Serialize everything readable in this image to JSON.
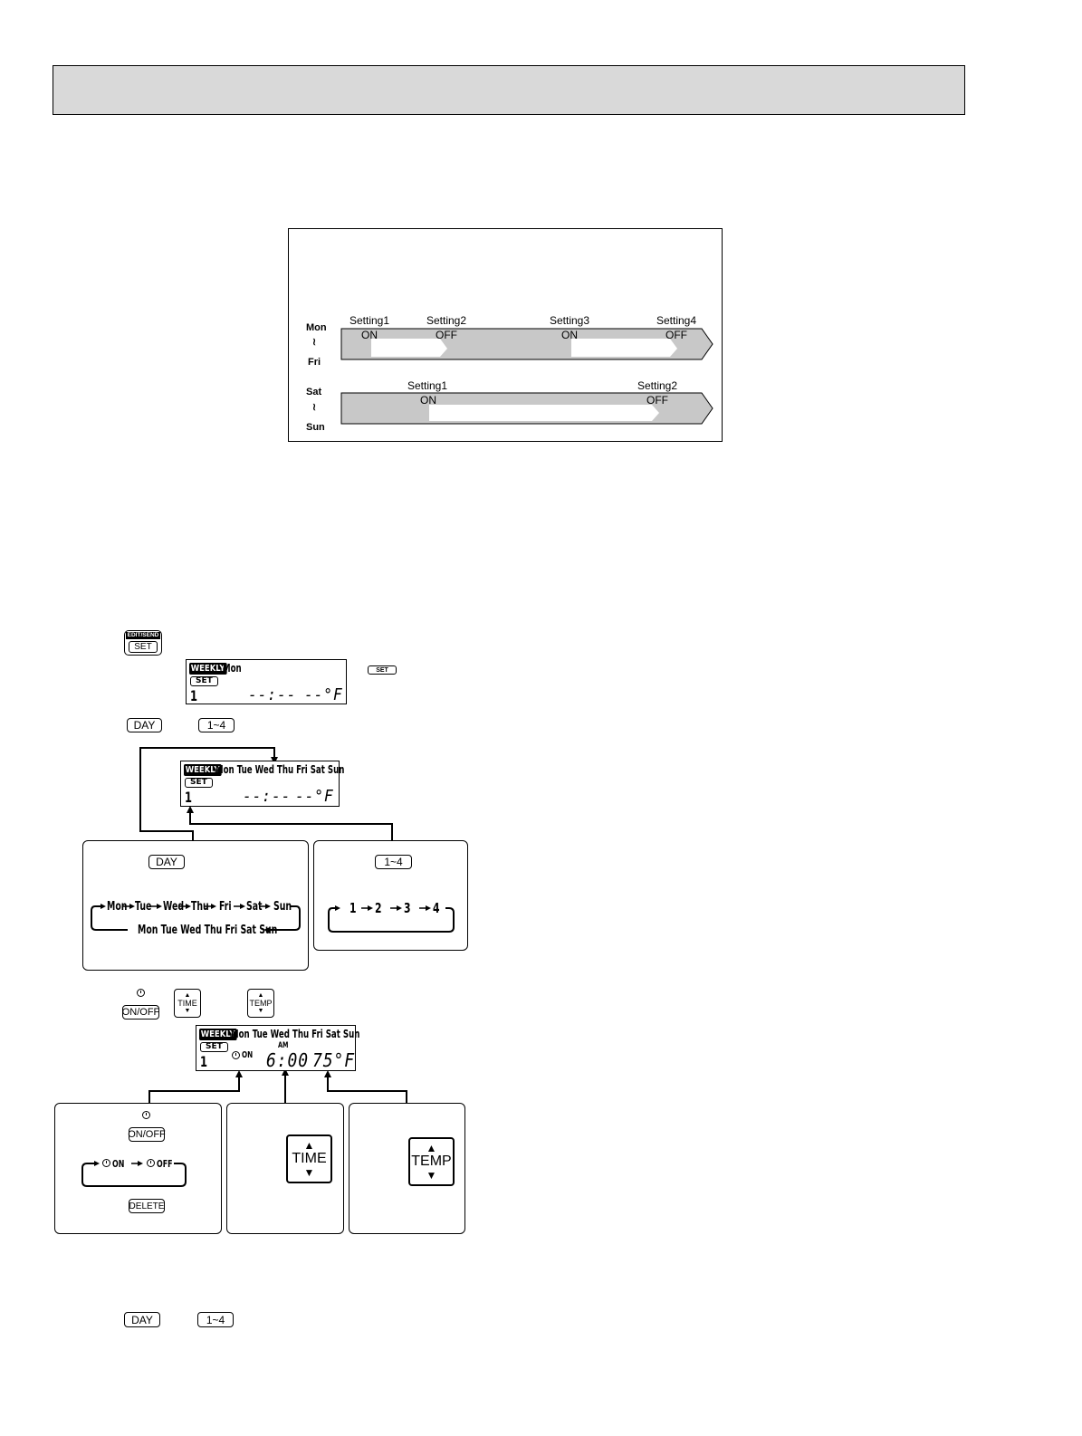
{
  "timeline": {
    "weekday_from": "Mon",
    "weekday_sep": "≀",
    "weekday_to": "Fri",
    "weekday_settings": [
      {
        "label": "Setting1",
        "state": "ON"
      },
      {
        "label": "Setting2",
        "state": "OFF"
      },
      {
        "label": "Setting3",
        "state": "ON"
      },
      {
        "label": "Setting4",
        "state": "OFF"
      }
    ],
    "weekend_from": "Sat",
    "weekend_sep": "≀",
    "weekend_to": "Sun",
    "weekend_settings": [
      {
        "label": "Setting1",
        "state": "ON"
      },
      {
        "label": "Setting2",
        "state": "OFF"
      }
    ]
  },
  "buttons": {
    "edit_send_label": "EDIT/SEND",
    "set_label": "SET",
    "day_label": "DAY",
    "one_to_four_label": "1~4",
    "on_off_label": "ON/OFF",
    "time_label": "TIME",
    "temp_label": "TEMP",
    "delete_label": "DELETE"
  },
  "lcd1": {
    "weekly": "WEEKLY",
    "day": "Mon",
    "set": "SET",
    "number": "1",
    "time": "--:--",
    "temp": "--°F"
  },
  "lcd2": {
    "weekly": "WEEKLY",
    "days": "Mon Tue Wed Thu Fri Sat Sun",
    "set": "SET",
    "number": "1",
    "time": "--:--",
    "temp": "--°F"
  },
  "lcd3": {
    "weekly": "WEEKLY",
    "days": "Mon Tue Wed Thu Fri Sat Sun",
    "set": "SET",
    "number": "1",
    "on_label": "ON",
    "ampm": "AM",
    "time": "6:00",
    "temp": "75°F"
  },
  "day_panel": {
    "sequence": [
      "Mon",
      "Tue",
      "Wed",
      "Thu",
      "Fri",
      "Sat",
      "Sun"
    ],
    "all_days": "Mon Tue Wed Thu Fri Sat Sun"
  },
  "num_panel": {
    "sequence": [
      "1",
      "2",
      "3",
      "4"
    ]
  },
  "onoff_panel": {
    "on_label": "ON",
    "off_label": "OFF"
  }
}
